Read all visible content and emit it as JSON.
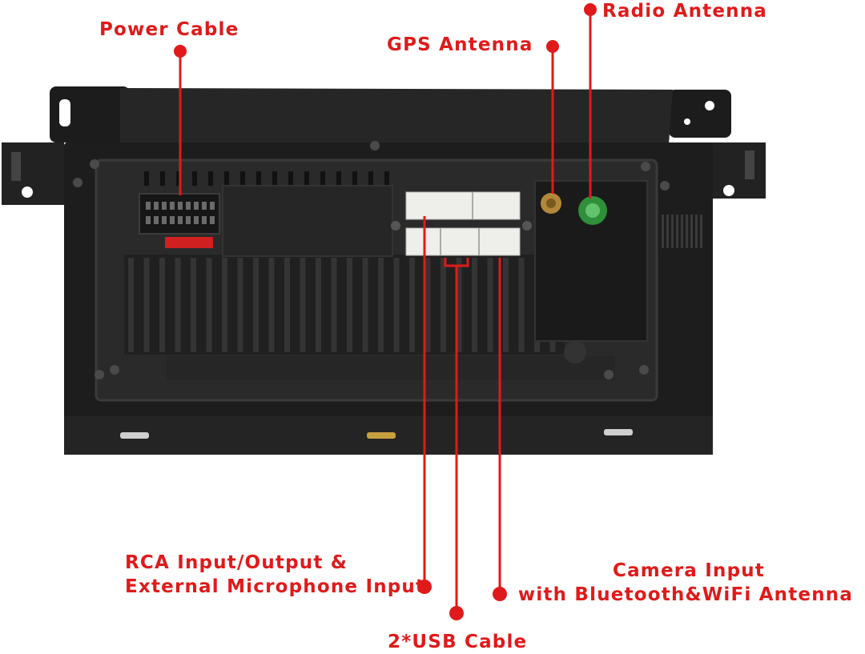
{
  "colors": {
    "accent": "#e01a1a",
    "unit_body": "#1e1e1e",
    "unit_panel": "#2b2b2b",
    "connector_white": "#eeeeea",
    "gps_gold": "#b3873a",
    "radio_green": "#2f8f3a",
    "fuse_red": "#d02020"
  },
  "labels": {
    "power_cable": "Power Cable",
    "gps_antenna": "GPS Antenna",
    "radio_antenna": "Radio Antenna",
    "rca": {
      "line1": "RCA Input/Output &",
      "line2": "External Microphone Input"
    },
    "camera": {
      "line1": "Camera Input",
      "line2": "with Bluetooth&WiFi Antenna"
    },
    "usb_cable": "2*USB Cable"
  },
  "icons": {
    "pointer": "red-dot-icon",
    "gps_port": "sma-connector-icon",
    "radio_port": "radio-antenna-socket-icon"
  }
}
